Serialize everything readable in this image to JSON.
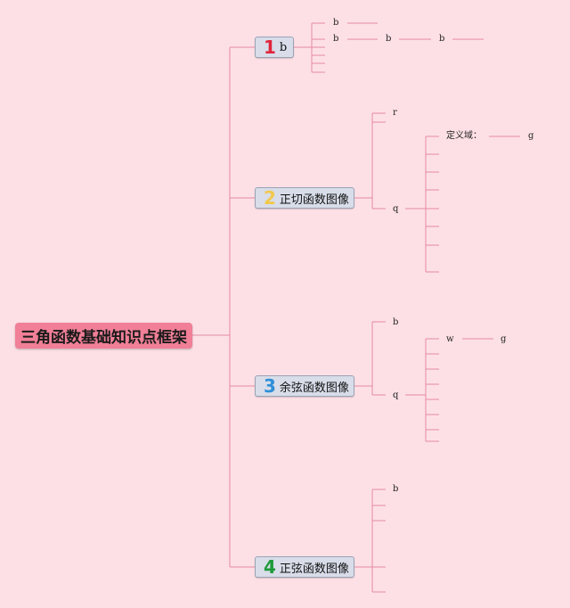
{
  "root": {
    "label": "三角函数基础知识点框架"
  },
  "topics": [
    {
      "num": "1",
      "num_color": "#e0263d",
      "label": "b"
    },
    {
      "num": "2",
      "num_color": "#f2c94c",
      "label": "正切函数图像"
    },
    {
      "num": "3",
      "num_color": "#2f8fd8",
      "label": "余弦函数图像"
    },
    {
      "num": "4",
      "num_color": "#1e9a3a",
      "label": "正弦函数图像"
    }
  ],
  "t1": {
    "c1": "b",
    "c2": "b",
    "c2a": "b",
    "c2b": "b"
  },
  "t2": {
    "r": "r",
    "q": "q",
    "domain": "定义域：",
    "g": "g"
  },
  "t3": {
    "b": "b",
    "q": "q",
    "w": "w",
    "g": "g"
  },
  "t4": {
    "b": "b"
  },
  "colors": {
    "line": "#e58aa2",
    "background": "#fde0e6",
    "root": "#f07f97",
    "topic": "#d8dde9"
  }
}
